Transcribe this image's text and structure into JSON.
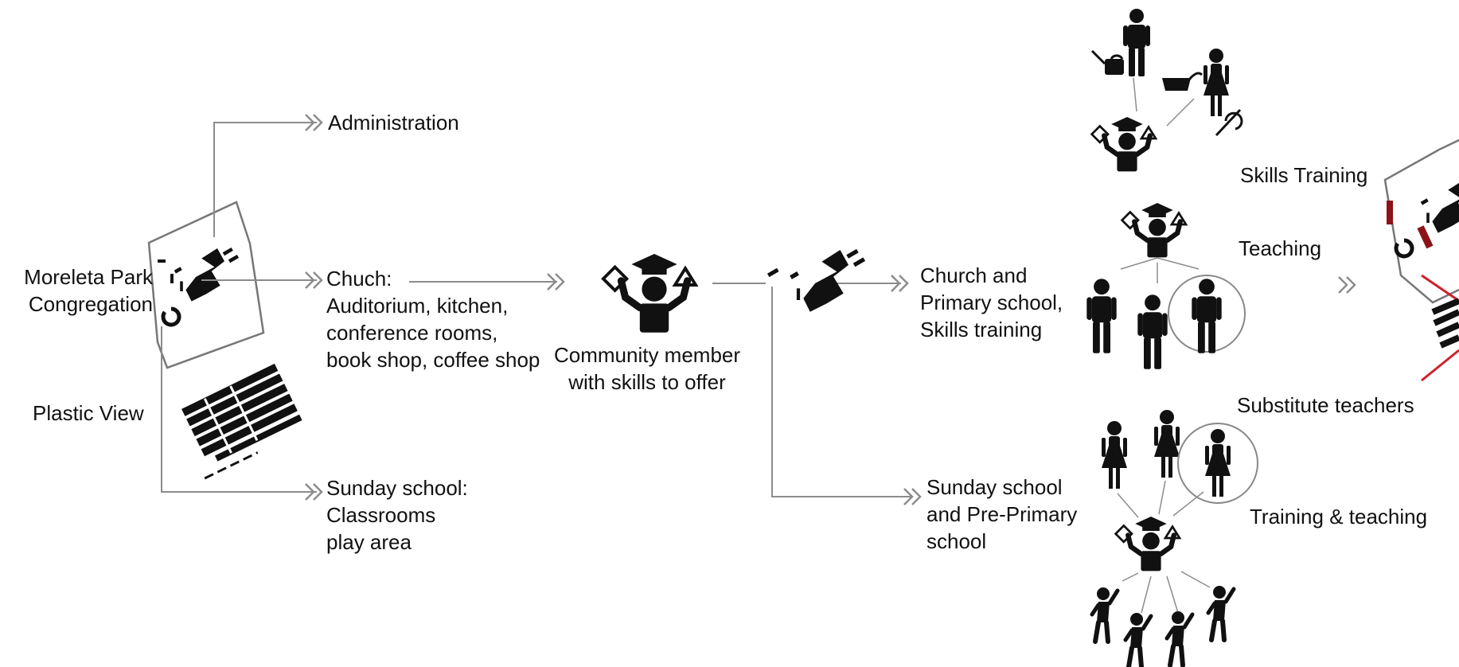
{
  "congregation": {
    "line1": "Moreleta Park",
    "line2": "Congregation"
  },
  "plastic_view": "Plastic View",
  "branches": {
    "administration": "Administration",
    "church": {
      "line1": "Chuch:",
      "line2": "Auditorium, kitchen,",
      "line3": "conference rooms,",
      "line4": "book shop, coffee shop"
    },
    "sunday": {
      "line1": "Sunday school:",
      "line2": "Classrooms",
      "line3": "play area"
    }
  },
  "community_member": {
    "line1": "Community member",
    "line2": "with skills to offer"
  },
  "outcomes": {
    "church_primary": {
      "line1": "Church and",
      "line2": "Primary school,",
      "line3": "Skills training"
    },
    "sunday_preprimary": {
      "line1": "Sunday school",
      "line2": "and Pre-Primary",
      "line3": "school"
    }
  },
  "roles": {
    "skills_training": "Skills Training",
    "teaching": "Teaching",
    "substitute_teachers": "Substitute teachers",
    "training_teaching": "Training & teaching"
  },
  "colors": {
    "line": "#8c8c8c",
    "ink": "#111111",
    "accent_red": "#d0202a",
    "dark_red": "#8b1418"
  }
}
